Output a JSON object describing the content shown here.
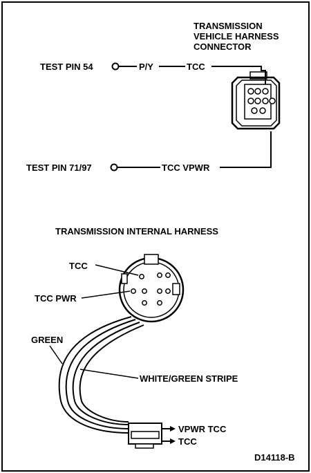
{
  "top_section": {
    "connector_title_lines": [
      "TRANSMISSION",
      "VEHICLE HARNESS",
      "CONNECTOR"
    ],
    "test_pin_54": "TEST PIN 54",
    "wire_py": "P/Y",
    "wire_tcc": "TCC",
    "test_pin_71_97": "TEST PIN 71/97",
    "wire_tcc_vpwr": "TCC VPWR"
  },
  "bottom_section": {
    "title": "TRANSMISSION INTERNAL HARNESS",
    "label_tcc": "TCC",
    "label_tcc_pwr": "TCC PWR",
    "label_green": "GREEN",
    "label_white_green_stripe": "WHITE/GREEN STRIPE",
    "label_vpwr_tcc": "VPWR TCC",
    "label_tcc_bottom": "TCC"
  },
  "figure_id": "D14118-B"
}
